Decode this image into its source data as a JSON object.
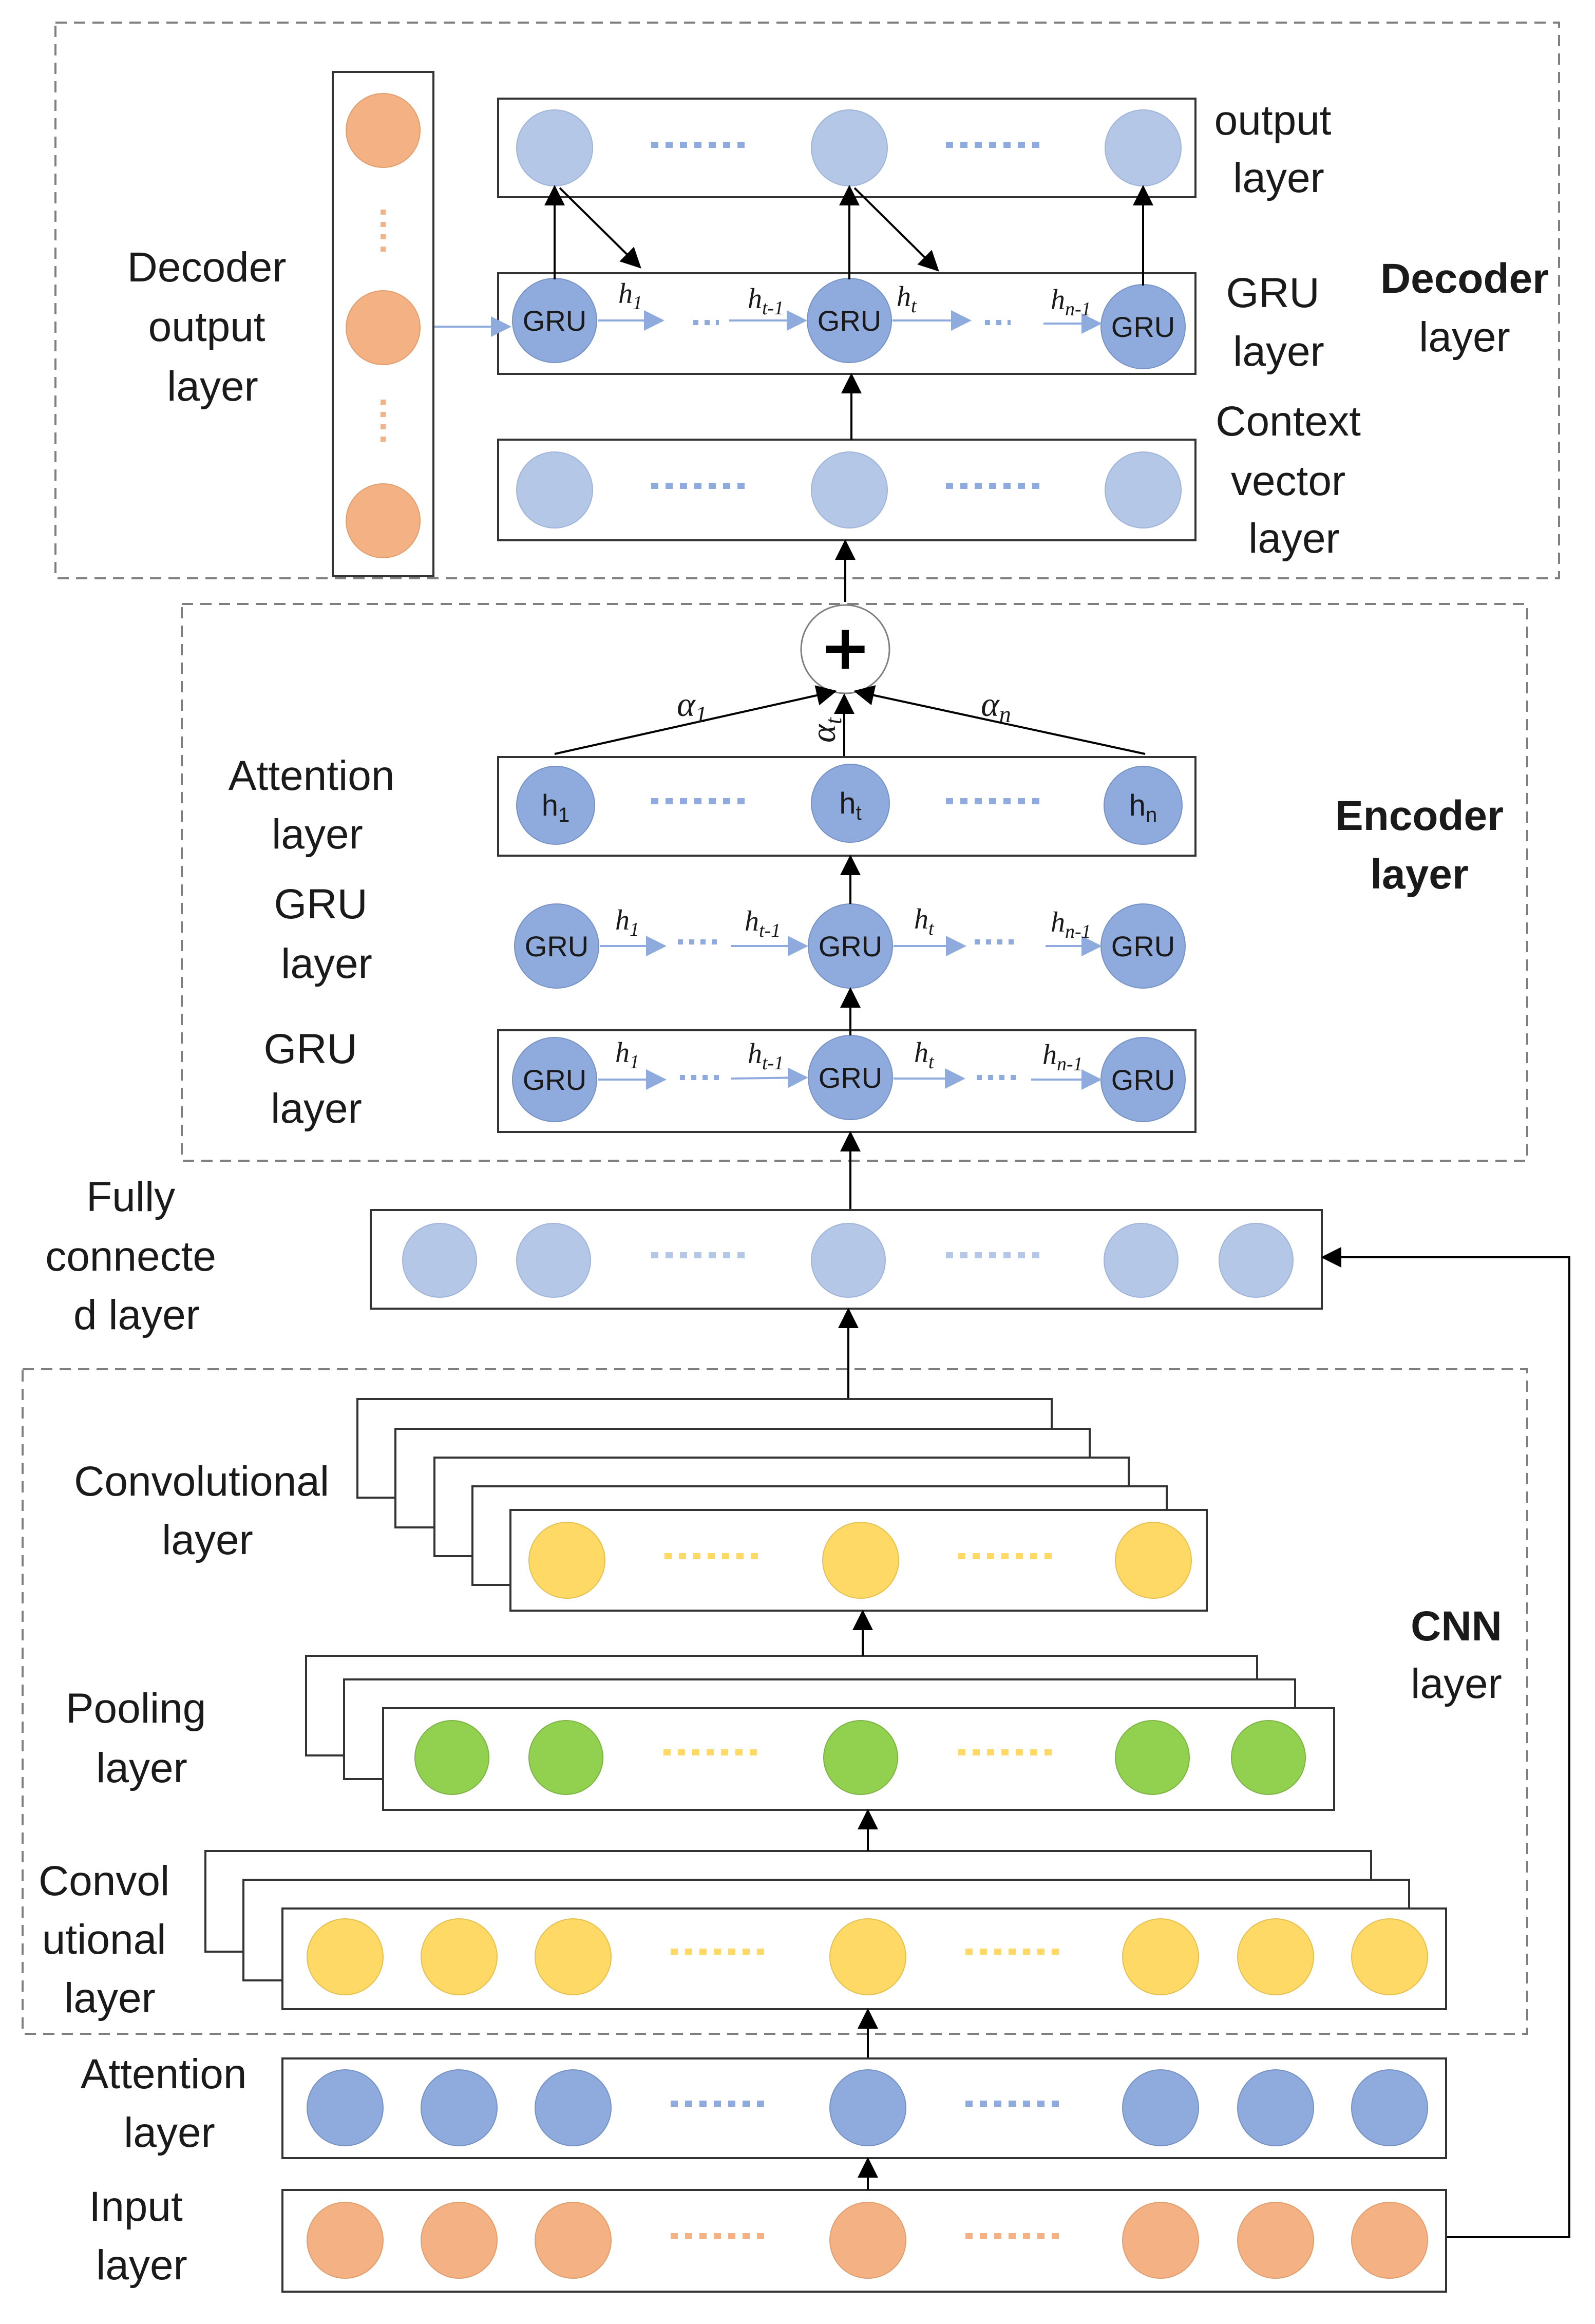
{
  "colors": {
    "orange": "#f4b183",
    "light_blue": "#b4c7e7",
    "mid_blue": "#8faadc",
    "dark_blue": "#8faadc",
    "yellow": "#ffd966",
    "green": "#92d050",
    "dots_blue": "#8faadc",
    "dots_yellow": "#ffd966",
    "dots_orange": "#f4b183"
  },
  "icons": {
    "sum_node": "circle-plus-icon",
    "arrows": "arrow-head-icon"
  },
  "decoder": {
    "group_label": "Decoder",
    "group_label_2": "layer",
    "output_layer_label": [
      "output",
      "layer"
    ],
    "gru_layer_label": [
      "GRU",
      "layer"
    ],
    "context_layer_label": [
      "Context",
      "vector",
      "layer"
    ],
    "decoder_output_label": [
      "Decoder",
      "output",
      "layer"
    ],
    "gru_node": "GRU",
    "h_labels": [
      "h",
      "1",
      "h",
      "t-1",
      "h",
      "t",
      "h",
      "n-1"
    ]
  },
  "encoder": {
    "group_label": "Encoder",
    "group_label_2": "layer",
    "sum_symbol": "+",
    "alpha_1": "α",
    "alpha_1_sub": "1",
    "alpha_t": "α",
    "alpha_t_sub": "t",
    "alpha_n": "α",
    "alpha_n_sub": "n",
    "attention_label": [
      "Attention",
      "layer"
    ],
    "gru_label_1": [
      "GRU",
      "layer"
    ],
    "gru_label_2": [
      "GRU",
      "layer"
    ],
    "gru_node": "GRU",
    "h_nodes": [
      "h",
      "1",
      "h",
      "t",
      "h",
      "n"
    ],
    "h_sub": [
      "1",
      "t-1",
      "t",
      "n-1"
    ]
  },
  "fully_connected": {
    "label": [
      "Fully",
      "connecte",
      "d layer"
    ]
  },
  "cnn": {
    "group_label": "CNN",
    "group_label_2": "layer",
    "conv_label_top": [
      "Convolutional",
      "layer"
    ],
    "pool_label": [
      "Pooling",
      "layer"
    ],
    "conv_label_bottom": [
      "Convol",
      "utional",
      "layer"
    ]
  },
  "input_side": {
    "attention_label": [
      "Attention",
      "layer"
    ],
    "input_label": [
      "Input",
      "layer"
    ]
  }
}
